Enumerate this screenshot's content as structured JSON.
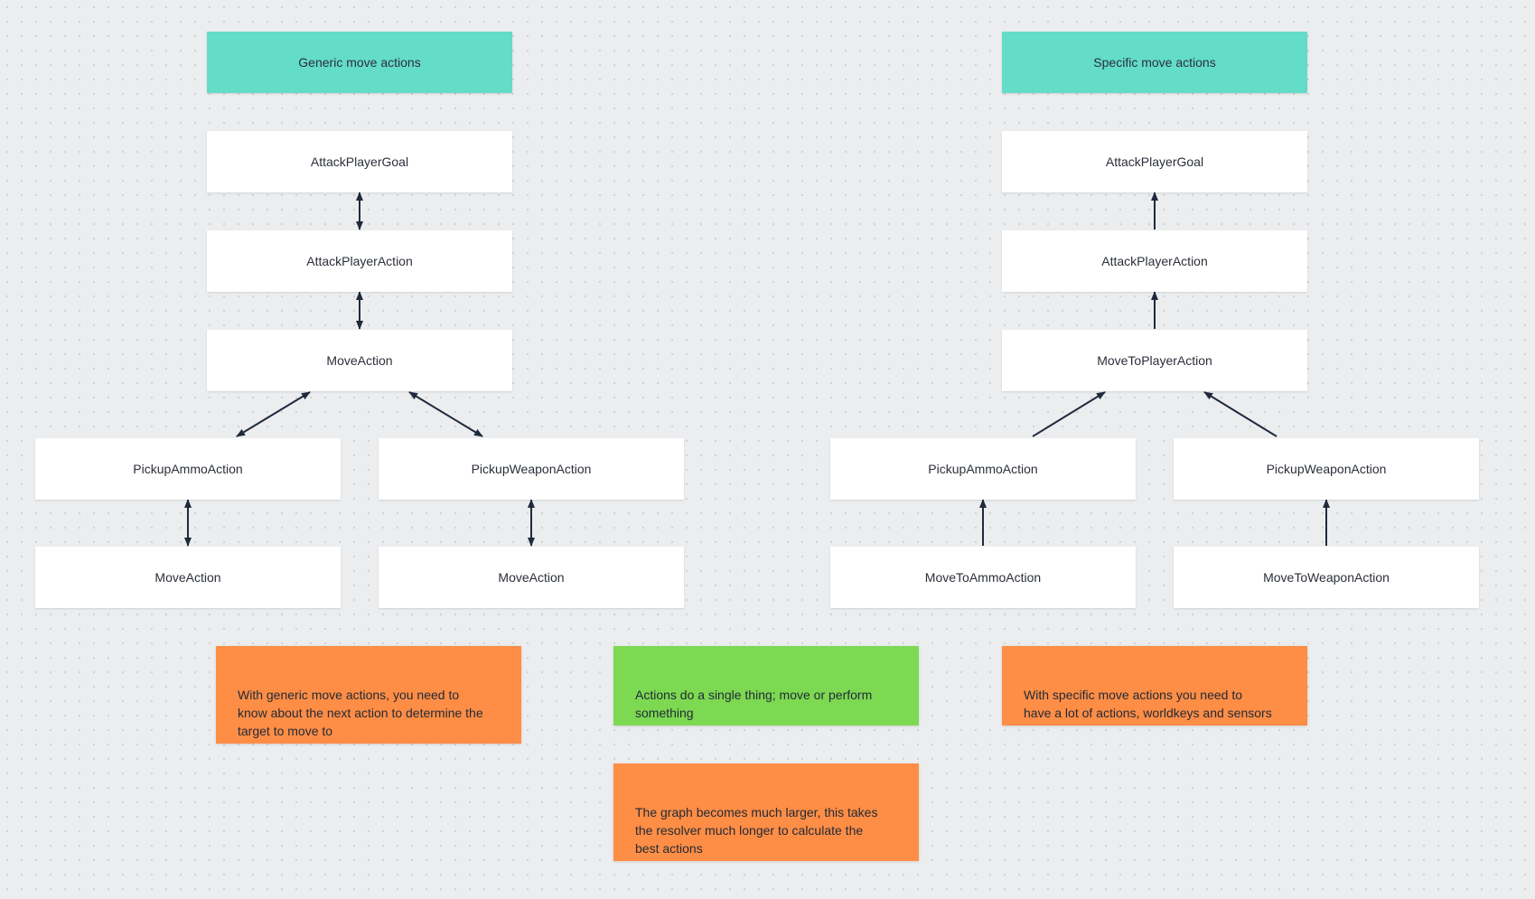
{
  "colors": {
    "header": "#63dcc8",
    "node": "#ffffff",
    "note_orange": "#fe8d46",
    "note_green": "#7dd852",
    "arrow": "#1f2a3c"
  },
  "generic": {
    "header": "Generic move actions",
    "attack_goal": "AttackPlayerGoal",
    "attack_action": "AttackPlayerAction",
    "move_action": "MoveAction",
    "pickup_ammo": "PickupAmmoAction",
    "pickup_weapon": "PickupWeaponAction",
    "move_ammo": "MoveAction",
    "move_weapon": "MoveAction"
  },
  "specific": {
    "header": "Specific move actions",
    "attack_goal": "AttackPlayerGoal",
    "attack_action": "AttackPlayerAction",
    "move_action": "MoveToPlayerAction",
    "pickup_ammo": "PickupAmmoAction",
    "pickup_weapon": "PickupWeaponAction",
    "move_ammo": "MoveToAmmoAction",
    "move_weapon": "MoveToWeaponAction"
  },
  "notes": {
    "generic": "With generic move actions, you need to\nknow about the next action to determine the\ntarget to move to",
    "single": "Actions do a single thing; move or perform\nsomething",
    "specific": "With specific move actions you need to\nhave a lot of actions, worldkeys and sensors",
    "graph": "The graph becomes much larger, this takes\nthe resolver much longer to calculate the\nbest actions"
  }
}
